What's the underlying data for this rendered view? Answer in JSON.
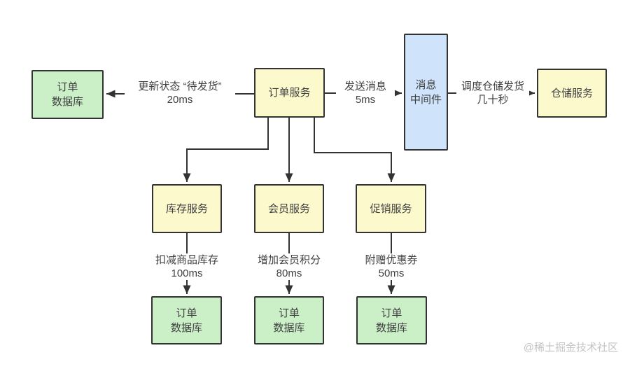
{
  "colors": {
    "background": "#ffffff",
    "node_border": "#333333",
    "database_fill": "#cbf0c8",
    "service_fill": "#fcf9cd",
    "middleware_fill": "#cfe4fa",
    "connector": "#333333",
    "text": "#3f3f3f",
    "watermark_text": "#c4c4c4"
  },
  "nodes": {
    "order_db_left": {
      "line1": "订单",
      "line2": "数据库"
    },
    "order_service": {
      "label": "订单服务"
    },
    "message_middleware": {
      "line1": "消息",
      "line2": "中间件"
    },
    "warehouse_service": {
      "label": "仓储服务"
    },
    "inventory_service": {
      "label": "库存服务"
    },
    "member_service": {
      "label": "会员服务"
    },
    "promotion_service": {
      "label": "促销服务"
    },
    "order_db_inventory": {
      "line1": "订单",
      "line2": "数据库"
    },
    "order_db_member": {
      "line1": "订单",
      "line2": "数据库"
    },
    "order_db_promotion": {
      "line1": "订单",
      "line2": "数据库"
    }
  },
  "edges": {
    "update_status": {
      "line1": "更新状态 “待发货”",
      "line2": "20ms"
    },
    "send_message": {
      "line1": "发送消息",
      "line2": "5ms"
    },
    "dispatch_warehouse": {
      "line1": "调度仓储发货",
      "line2": "几十秒"
    },
    "deduct_inventory": {
      "line1": "扣减商品库存",
      "line2": "100ms"
    },
    "add_member_points": {
      "line1": "增加会员积分",
      "line2": "80ms"
    },
    "attach_coupon": {
      "line1": "附赠优惠券",
      "line2": "50ms"
    }
  },
  "watermark": "@稀土掘金技术社区"
}
